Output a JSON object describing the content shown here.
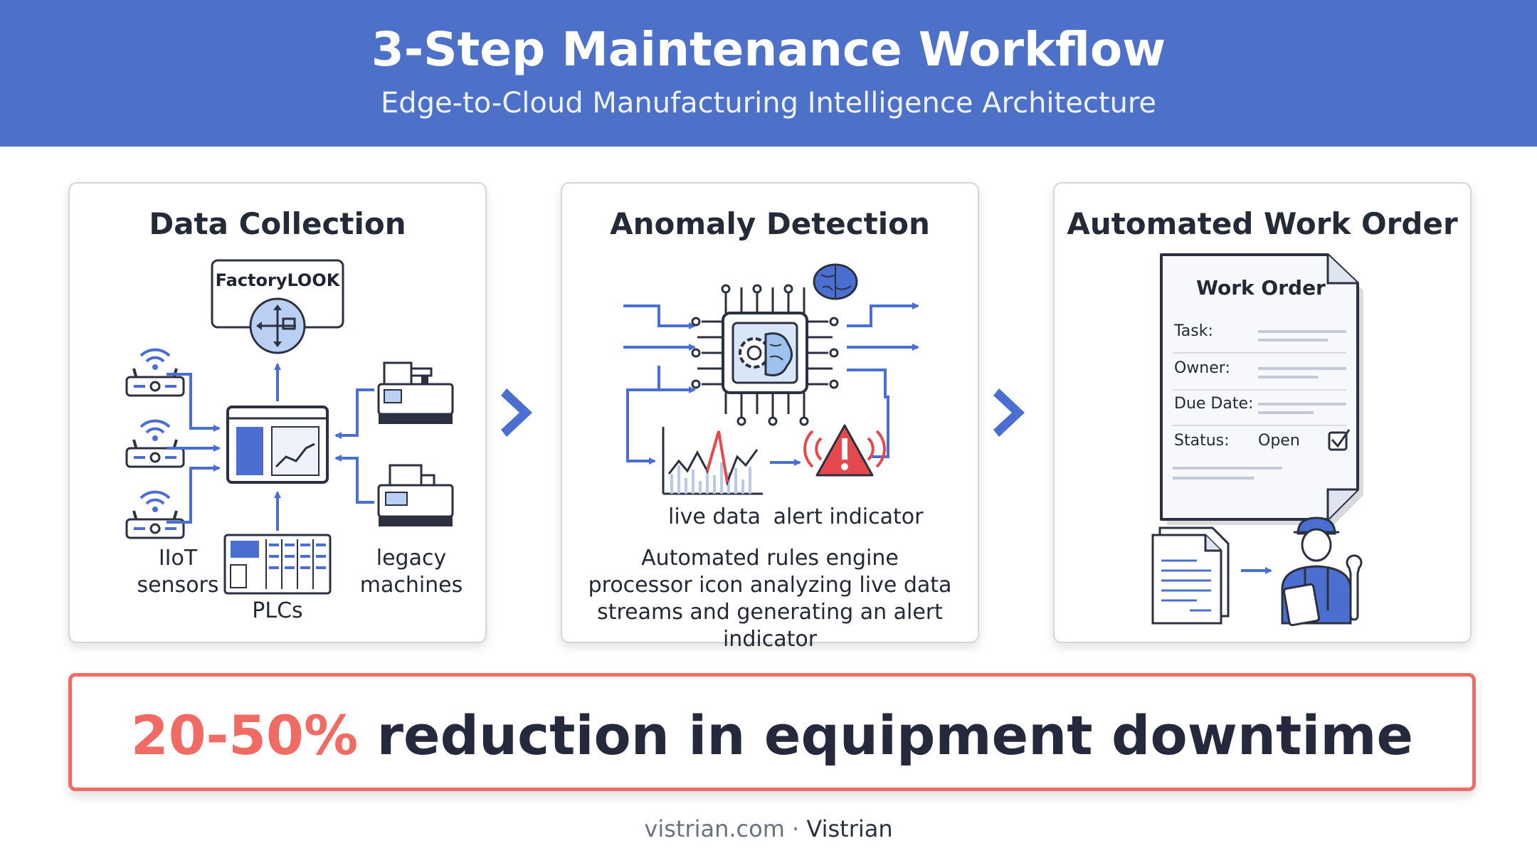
{
  "header": {
    "title": "3-Step Maintenance Workflow",
    "subtitle": "Edge-to-Cloud Manufacturing Intelligence Architecture"
  },
  "steps": [
    {
      "title": "Data Collection",
      "factory_box": "FactoryLOOK",
      "labels": {
        "sensors": "IIoT sensors",
        "plcs": "PLCs",
        "machines": "legacy machines"
      }
    },
    {
      "title": "Anomaly Detection",
      "labels": {
        "live_data": "live data",
        "alert": "alert indicator"
      },
      "description": "Automated rules engine processor icon analyzing live data streams and generating an alert indicator"
    },
    {
      "title": "Automated Work Order",
      "work_order": {
        "heading": "Work Order",
        "fields": [
          {
            "label": "Task:",
            "value": ""
          },
          {
            "label": "Owner:",
            "value": ""
          },
          {
            "label": "Due Date:",
            "value": ""
          },
          {
            "label": "Status:",
            "value": "Open",
            "checked": true
          }
        ]
      }
    }
  ],
  "callout": {
    "highlight": "20-50%",
    "text": " reduction in equipment downtime"
  },
  "footer": {
    "site": "vistrian.com",
    "separator": "·",
    "brand": "Vistrian"
  },
  "colors": {
    "header": "#4d70c8",
    "accent_blue": "#4b6fd0",
    "highlight_red": "#ef6b64",
    "alert_red": "#e5484d",
    "text_dark": "#242a3c"
  }
}
